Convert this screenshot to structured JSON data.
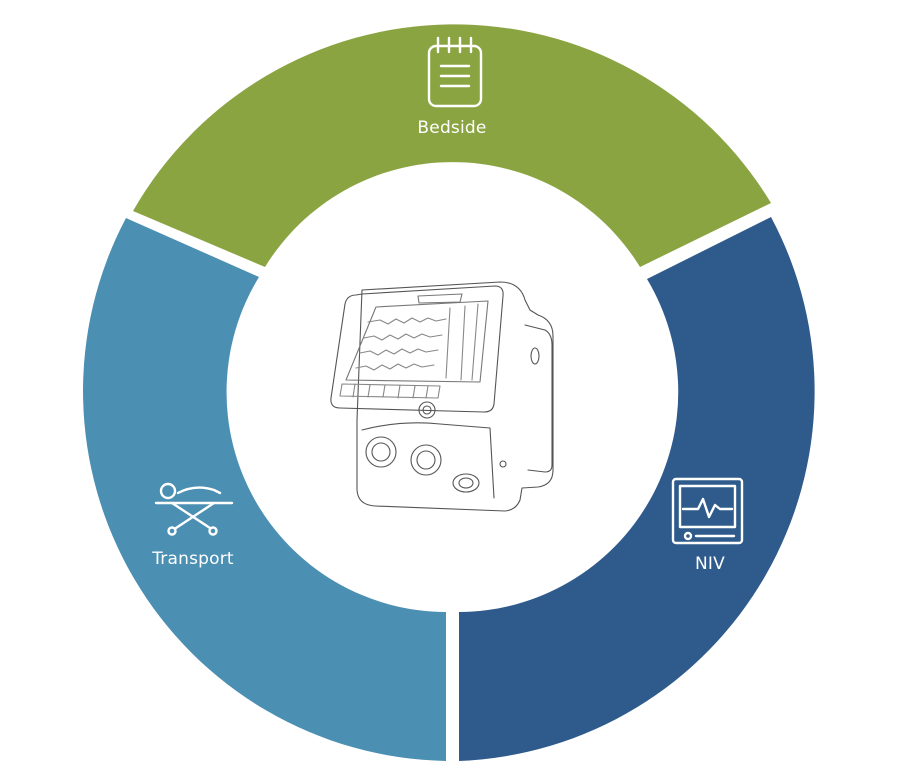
{
  "segments": [
    {
      "id": "bedside",
      "label": "Bedside",
      "icon": "notepad-icon",
      "color": "#8ba442"
    },
    {
      "id": "niv",
      "label": "NIV",
      "icon": "monitor-icon",
      "color": "#2f5b8c"
    },
    {
      "id": "transport",
      "label": "Transport",
      "icon": "stretcher-icon",
      "color": "#4b8fb3"
    }
  ],
  "center": {
    "icon": "ventilator-device-icon"
  },
  "background": "#ffffff"
}
